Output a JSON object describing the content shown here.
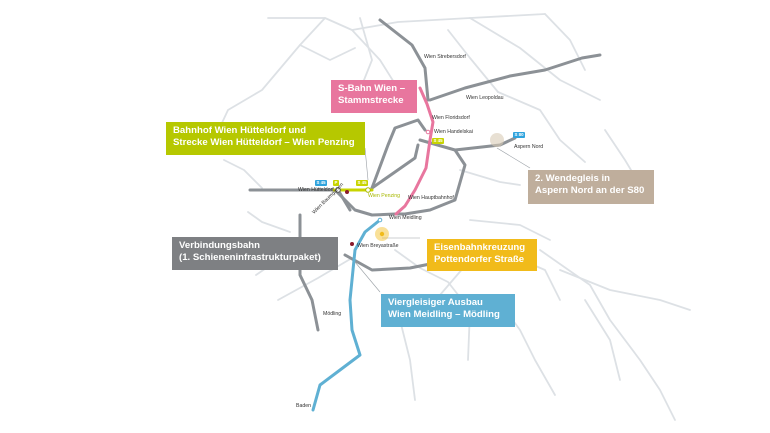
{
  "stations": {
    "strebersdorf": "Wien Strebersdorf",
    "leopoldau": "Wien Leopoldau",
    "floridsdorf": "Wien Floridsdorf",
    "handelskai": "Wien Handelskai",
    "aspern_nord": "Aspern Nord",
    "huetteldorf": "Wien Hütteldorf",
    "baumgarten": "Wien Baumgarten",
    "penzing": "Wien Penzing",
    "hauptbahnhof": "Wien Hauptbahnhof",
    "meidling": "Wien Meidling",
    "breyastrasse": "Wien Breyastraße",
    "moedling": "Mödling",
    "baden": "Baden"
  },
  "badges": {
    "handelskai": "S 45",
    "aspern": "S 80",
    "huetteldorf_s": "S 45",
    "huetteldorf_p": "P",
    "penzing": "S 45"
  },
  "callouts": {
    "sbahn": {
      "line1": "S-Bahn Wien –",
      "line2": "Stammstrecke",
      "color": "#e8769e"
    },
    "huetteldorf": {
      "line1": "Bahnhof Wien Hütteldorf und",
      "line2": "Strecke Wien Hütteldorf – Wien Penzing",
      "color": "#b6c800"
    },
    "wendegleis": {
      "line1": "2. Wendegleis in",
      "line2": "Aspern Nord an der S80",
      "color": "#bfae9c"
    },
    "verbindungsbahn": {
      "line1": "Verbindungsbahn",
      "line2": "(1. Schieneninfrastrukturpaket)",
      "color": "#7e8083"
    },
    "eisenbahnkreuzung": {
      "line1": "Eisenbahnkreuzung",
      "line2": "Pottendorfer Straße",
      "color": "#f1bb1a"
    },
    "viergleisig": {
      "line1": "Viergleisiger Ausbau",
      "line2": "Wien Meidling – Mödling",
      "color": "#5fb0d3"
    }
  },
  "colors": {
    "network": "#dde1e5",
    "trunk": "#8c9196",
    "stammstrecke": "#e8769e",
    "huetteldorf_line": "#c8d400",
    "meidling_moedling": "#5fb0d3",
    "eisenbahnkreuzung_marker": "#f1bb1a",
    "wendegleis_marker": "#d9cbb5",
    "station_dot": "#8b1a2b"
  }
}
